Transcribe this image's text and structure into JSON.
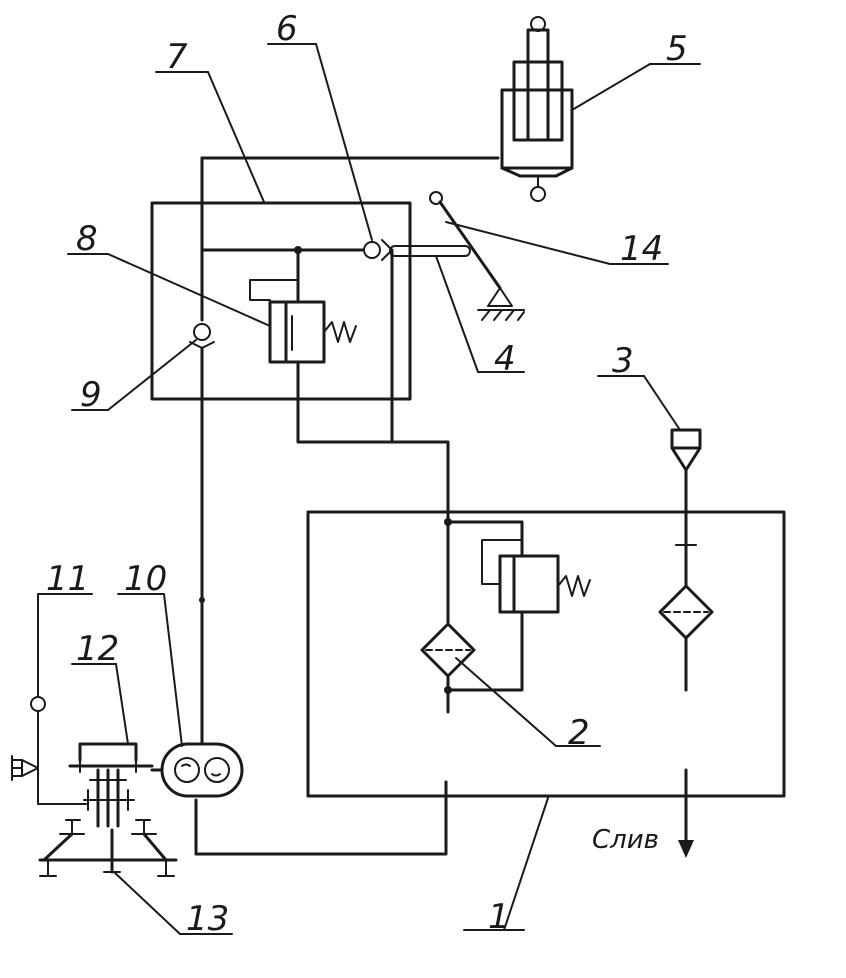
{
  "diagram": {
    "labels": {
      "l1": "1",
      "l2": "2",
      "l3": "3",
      "l4": "4",
      "l5": "5",
      "l6": "6",
      "l7": "7",
      "l8": "8",
      "l9": "9",
      "l10": "10",
      "l11": "11",
      "l12": "12",
      "l13": "13",
      "l14": "14",
      "drain": "Слив"
    }
  }
}
